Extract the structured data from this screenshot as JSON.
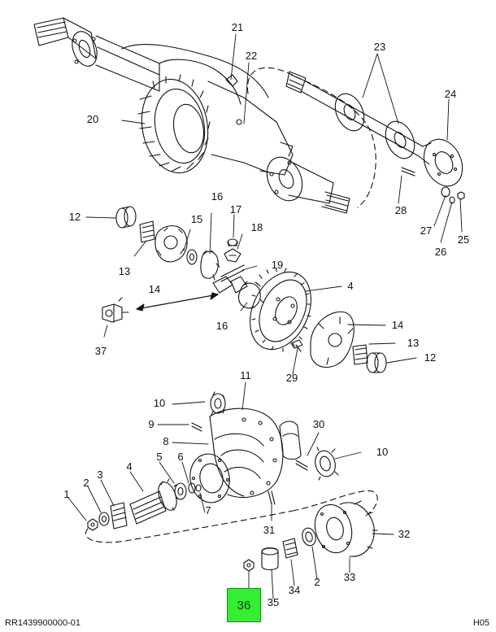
{
  "diagram": {
    "labels": [
      {
        "id": "l21",
        "text": "21"
      },
      {
        "id": "l22",
        "text": "22"
      },
      {
        "id": "l23",
        "text": "23"
      },
      {
        "id": "l24",
        "text": "24"
      },
      {
        "id": "l20",
        "text": "20"
      },
      {
        "id": "l28",
        "text": "28"
      },
      {
        "id": "l27",
        "text": "27"
      },
      {
        "id": "l26",
        "text": "26"
      },
      {
        "id": "l25",
        "text": "25"
      },
      {
        "id": "l12a",
        "text": "12"
      },
      {
        "id": "l16a",
        "text": "16"
      },
      {
        "id": "l15",
        "text": "15"
      },
      {
        "id": "l17",
        "text": "17"
      },
      {
        "id": "l18",
        "text": "18"
      },
      {
        "id": "l13a",
        "text": "13"
      },
      {
        "id": "l14a",
        "text": "14"
      },
      {
        "id": "l19",
        "text": "19"
      },
      {
        "id": "l4a",
        "text": "4"
      },
      {
        "id": "l16b",
        "text": "16"
      },
      {
        "id": "l37",
        "text": "37"
      },
      {
        "id": "l14b",
        "text": "14"
      },
      {
        "id": "l13b",
        "text": "13"
      },
      {
        "id": "l12b",
        "text": "12"
      },
      {
        "id": "l29",
        "text": "29"
      },
      {
        "id": "l11",
        "text": "11"
      },
      {
        "id": "l10a",
        "text": "10"
      },
      {
        "id": "l9",
        "text": "9"
      },
      {
        "id": "l30",
        "text": "30"
      },
      {
        "id": "l8",
        "text": "8"
      },
      {
        "id": "l10b",
        "text": "10"
      },
      {
        "id": "l5",
        "text": "5"
      },
      {
        "id": "l6",
        "text": "6"
      },
      {
        "id": "l4b",
        "text": "4"
      },
      {
        "id": "l3",
        "text": "3"
      },
      {
        "id": "l2a",
        "text": "2"
      },
      {
        "id": "l1",
        "text": "1"
      },
      {
        "id": "l7",
        "text": "7"
      },
      {
        "id": "l31",
        "text": "31"
      },
      {
        "id": "l32",
        "text": "32"
      },
      {
        "id": "l33",
        "text": "33"
      },
      {
        "id": "l2b",
        "text": "2"
      },
      {
        "id": "l34",
        "text": "34"
      },
      {
        "id": "l35",
        "text": "35"
      }
    ],
    "highlight": {
      "text": "36",
      "color": "#33ee33"
    },
    "footer": {
      "left": "RR1439900000-01",
      "right": "H05"
    }
  }
}
